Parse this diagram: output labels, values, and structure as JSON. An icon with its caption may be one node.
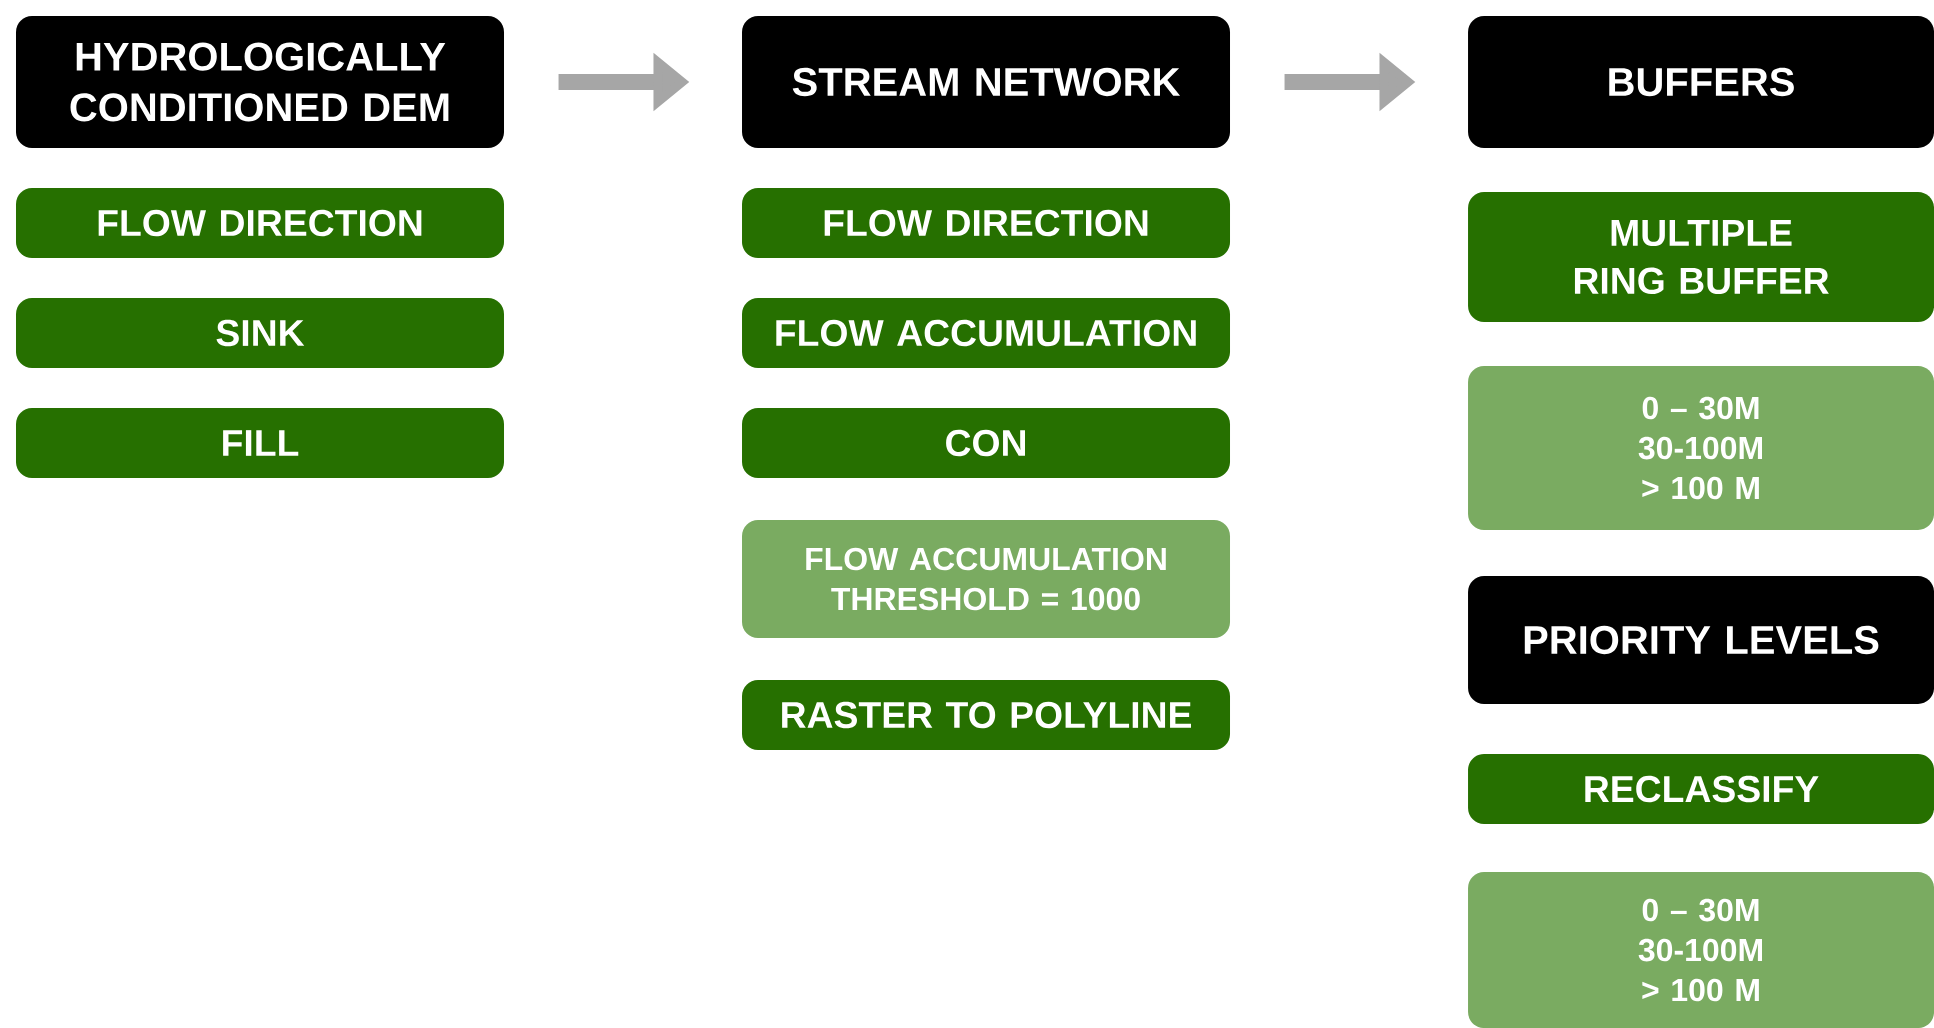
{
  "diagram": {
    "nodes": [
      {
        "text": [
          "HYDROLOGICALLY CONDITIONED DEM"
        ]
      },
      {
        "text": [
          "FLOW DIRECTION"
        ]
      },
      {
        "text": [
          "SINK"
        ]
      },
      {
        "text": [
          "FILL"
        ]
      },
      {
        "text": [
          "STREAM NETWORK"
        ]
      },
      {
        "text": [
          "FLOW DIRECTION"
        ]
      },
      {
        "text": [
          "FLOW ACCUMULATION"
        ]
      },
      {
        "text": [
          "CON"
        ]
      },
      {
        "text": [
          "FLOW ACCUMULATION THRESHOLD = 1000"
        ]
      },
      {
        "text": [
          "RASTER TO POLYLINE"
        ]
      },
      {
        "text": [
          "BUFFERS"
        ]
      },
      {
        "text": [
          "MULTIPLE RING BUFFER"
        ]
      },
      {
        "text": [
          "0 – 30M",
          "30-100M",
          "> 100 M"
        ]
      },
      {
        "text": [
          "PRIORITY LEVELS"
        ]
      },
      {
        "text": [
          "RECLASSIFY"
        ]
      },
      {
        "text": [
          "0 – 30M",
          "30-100M",
          "> 100 M"
        ]
      }
    ],
    "edges": [
      {
        "from": 0,
        "to": 4,
        "arrow": "to"
      },
      {
        "from": 4,
        "to": 10,
        "arrow": "to"
      }
    ]
  }
}
